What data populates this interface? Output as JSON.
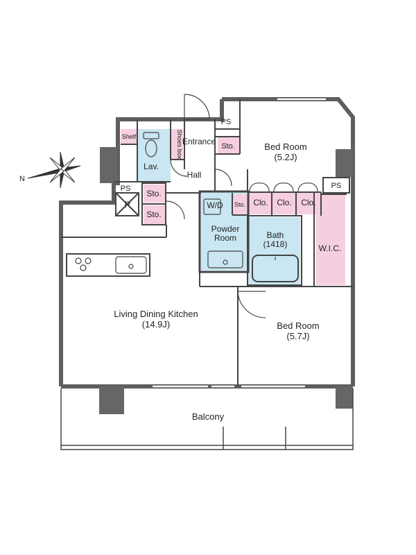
{
  "labels": {
    "ps_top": "PS",
    "ps_left": "PS",
    "ps_right": "PS",
    "shelf": "Shelf",
    "shoes_box": "Shoes box",
    "entrance": "Entrance",
    "sto_entrance": "Sto.",
    "lav": "Lav.",
    "hall": "Hall",
    "sto_lav": "Sto.",
    "sto_hall": "Sto.",
    "refrigerator": "R",
    "bedroom1_name": "Bed Room",
    "bedroom1_size": "(5.2J)",
    "wd": "W/D",
    "sto_powder": "Sto.",
    "clo1": "Clo.",
    "clo2": "Clo.",
    "clo3": "Clo.",
    "powder_room": "Powder Room",
    "bath_name": "Bath",
    "bath_size": "(1418)",
    "wic": "W.I.C.",
    "ldk_name": "Living Dining Kitchen",
    "ldk_size": "(14.9J)",
    "bedroom2_name": "Bed Room",
    "bedroom2_size": "(5.7J)",
    "balcony": "Balcony",
    "compass_n": "N"
  },
  "colors": {
    "wall": "#5e5e5e",
    "column": "#666666",
    "pink": "#f5cfe0",
    "blue": "#c9e6f2",
    "line": "#444444"
  }
}
